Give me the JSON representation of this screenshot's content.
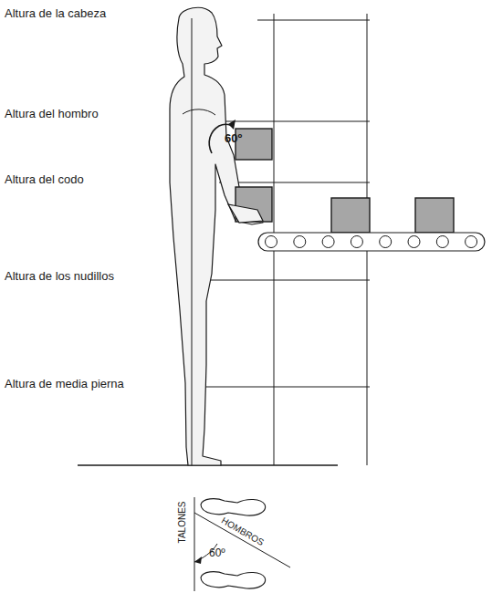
{
  "diagram": {
    "labels": [
      "Altura de la cabeza",
      "Altura del hombro",
      "Altura del codo",
      "Altura de los nudillos",
      "Altura de media pierna",
      "60º",
      "TALONES",
      "HOMBROS",
      "60º"
    ]
  }
}
